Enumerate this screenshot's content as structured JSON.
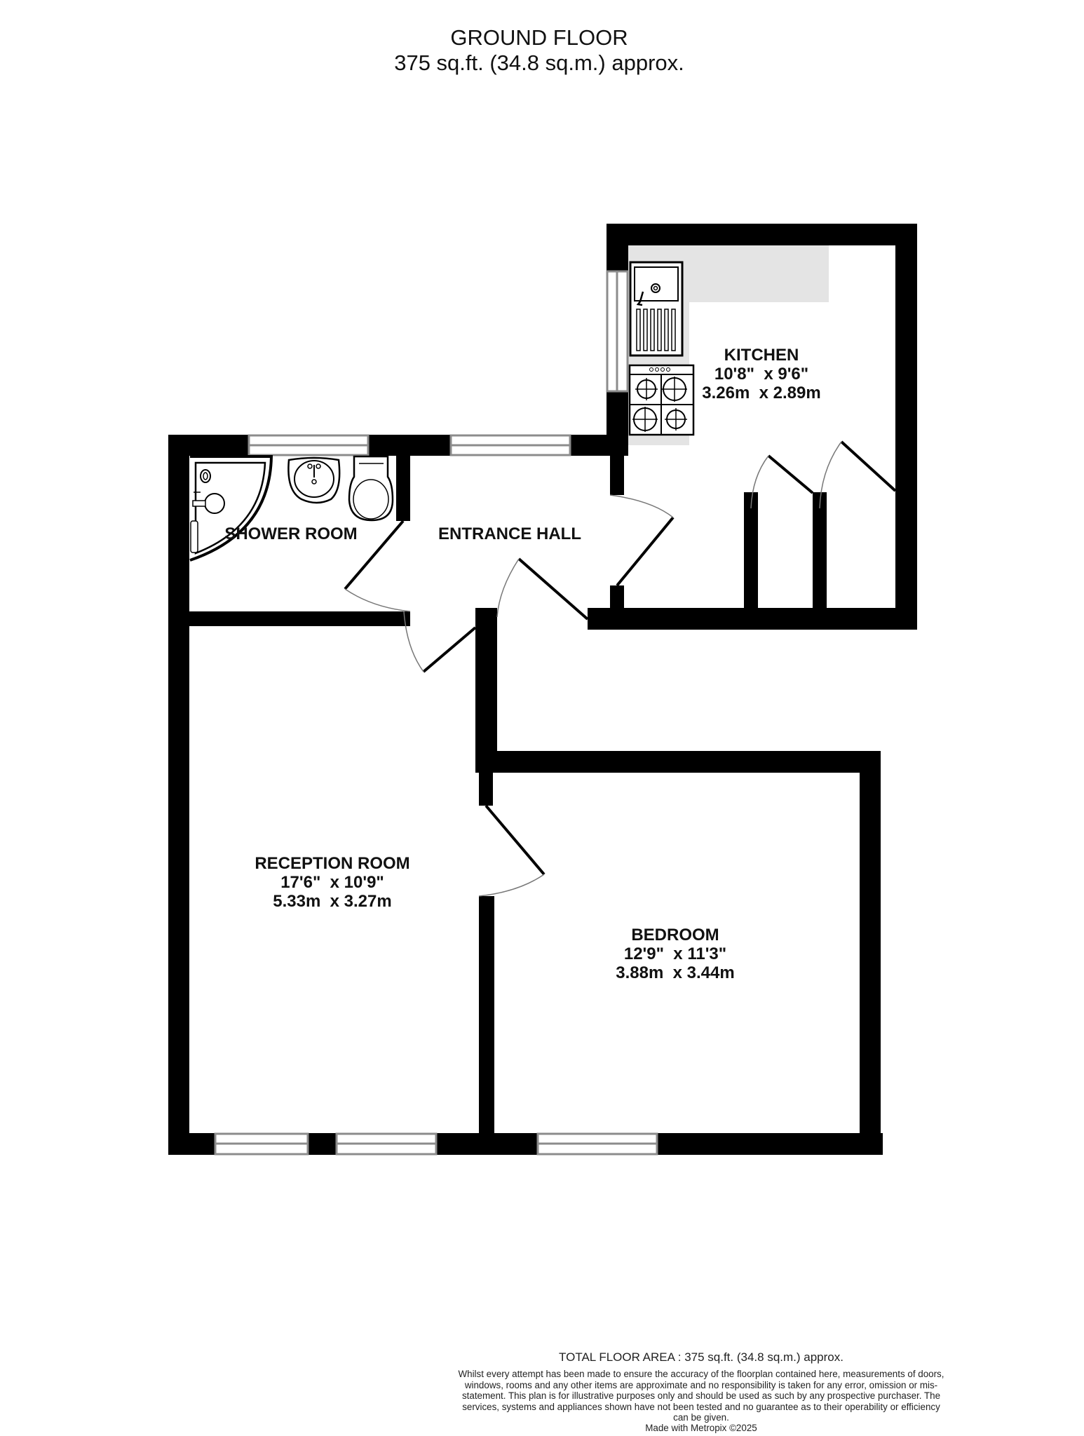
{
  "header": {
    "floor": "GROUND FLOOR",
    "area": "375 sq.ft. (34.8 sq.m.) approx."
  },
  "rooms": {
    "kitchen": {
      "name": "KITCHEN",
      "imperial": "10'8\"  x 9'6\"",
      "metric": "3.26m  x 2.89m"
    },
    "shower_room": {
      "name": "SHOWER ROOM"
    },
    "entrance_hall": {
      "name": "ENTRANCE HALL"
    },
    "reception_room": {
      "name": "RECEPTION ROOM",
      "imperial": "17'6\"  x 10'9\"",
      "metric": "5.33m  x 3.27m"
    },
    "bedroom": {
      "name": "BEDROOM",
      "imperial": "12'9\"  x 11'3\"",
      "metric": "3.88m  x 3.44m"
    }
  },
  "fixtures": [
    "sink-icon",
    "hob-icon",
    "shower-tray-icon",
    "washbasin-icon",
    "toilet-icon"
  ],
  "colors": {
    "wall": "#000000",
    "counter": "#e4e4e4",
    "window": "#8c8c8c"
  },
  "footer": {
    "total_area": "TOTAL FLOOR AREA : 375 sq.ft. (34.8 sq.m.) approx.",
    "disclaimer": "Whilst every attempt has been made to ensure the accuracy of the floorplan contained here, measurements of doors, windows, rooms and any other items are approximate and no responsibility is taken for any error, omission or mis-statement. This plan is for illustrative purposes only and should be used as such by any prospective purchaser. The services, systems and appliances shown have not been tested and no guarantee as to their operability or efficiency can be given.",
    "credit": "Made with Metropix ©2025"
  }
}
